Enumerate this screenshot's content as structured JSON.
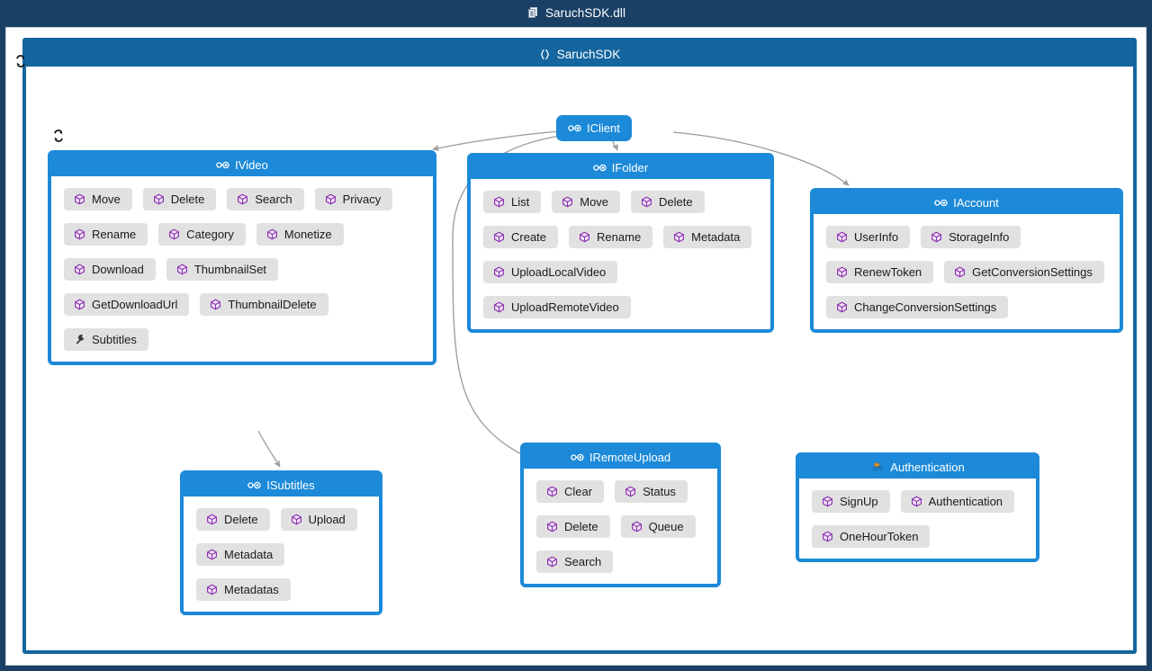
{
  "window": {
    "title": "SaruchSDK.dll",
    "title_icon": "assembly-icon"
  },
  "assembly": {
    "collapse_icon": "collapse-toggle-icon"
  },
  "namespace": {
    "name": "SaruchSDK",
    "icon": "namespace-braces-icon",
    "collapse_icon": "collapse-toggle-icon"
  },
  "colors": {
    "window_chrome": "#1B4066",
    "namespace_blue": "#15659E",
    "interface_blue": "#1C8AD8",
    "member_bg": "#E1E1E1",
    "method_icon_purple": "#8B2FB0",
    "canvas_white": "#FFFFFF",
    "connector_gray": "#9A9A9A"
  },
  "nodes": {
    "iclient": {
      "name": "IClient",
      "icon": "interface-icon"
    },
    "ivideo": {
      "name": "IVideo",
      "icon": "interface-icon",
      "rows": [
        [
          {
            "label": "Move",
            "icon": "method-icon"
          },
          {
            "label": "Delete",
            "icon": "method-icon"
          },
          {
            "label": "Search",
            "icon": "method-icon"
          },
          {
            "label": "Privacy",
            "icon": "method-icon"
          }
        ],
        [
          {
            "label": "Rename",
            "icon": "method-icon"
          },
          {
            "label": "Category",
            "icon": "method-icon"
          },
          {
            "label": "Monetize",
            "icon": "method-icon"
          }
        ],
        [
          {
            "label": "Download",
            "icon": "method-icon"
          },
          {
            "label": "ThumbnailSet",
            "icon": "method-icon"
          }
        ],
        [
          {
            "label": "GetDownloadUrl",
            "icon": "method-icon"
          },
          {
            "label": "ThumbnailDelete",
            "icon": "method-icon"
          }
        ],
        [
          {
            "label": "Subtitles",
            "icon": "property-wrench-icon"
          }
        ]
      ]
    },
    "ifolder": {
      "name": "IFolder",
      "icon": "interface-icon",
      "rows": [
        [
          {
            "label": "List",
            "icon": "method-icon"
          },
          {
            "label": "Move",
            "icon": "method-icon"
          },
          {
            "label": "Delete",
            "icon": "method-icon"
          }
        ],
        [
          {
            "label": "Create",
            "icon": "method-icon"
          },
          {
            "label": "Rename",
            "icon": "method-icon"
          },
          {
            "label": "Metadata",
            "icon": "method-icon"
          }
        ],
        [
          {
            "label": "UploadLocalVideo",
            "icon": "method-icon"
          }
        ],
        [
          {
            "label": "UploadRemoteVideo",
            "icon": "method-icon"
          }
        ]
      ]
    },
    "iaccount": {
      "name": "IAccount",
      "icon": "interface-icon",
      "rows": [
        [
          {
            "label": "UserInfo",
            "icon": "method-icon"
          },
          {
            "label": "StorageInfo",
            "icon": "method-icon"
          }
        ],
        [
          {
            "label": "RenewToken",
            "icon": "method-icon"
          },
          {
            "label": "GetConversionSettings",
            "icon": "method-icon"
          }
        ],
        [
          {
            "label": "ChangeConversionSettings",
            "icon": "method-icon"
          }
        ]
      ]
    },
    "isubtitles": {
      "name": "ISubtitles",
      "icon": "interface-icon",
      "rows": [
        [
          {
            "label": "Delete",
            "icon": "method-icon"
          },
          {
            "label": "Upload",
            "icon": "method-icon"
          }
        ],
        [
          {
            "label": "Metadata",
            "icon": "method-icon"
          }
        ],
        [
          {
            "label": "Metadatas",
            "icon": "method-icon"
          }
        ]
      ]
    },
    "iremoteupload": {
      "name": "IRemoteUpload",
      "icon": "interface-icon",
      "rows": [
        [
          {
            "label": "Clear",
            "icon": "method-icon"
          },
          {
            "label": "Status",
            "icon": "method-icon"
          }
        ],
        [
          {
            "label": "Delete",
            "icon": "method-icon"
          },
          {
            "label": "Queue",
            "icon": "method-icon"
          }
        ],
        [
          {
            "label": "Search",
            "icon": "method-icon"
          }
        ]
      ]
    },
    "authentication": {
      "name": "Authentication",
      "icon": "class-icon",
      "rows": [
        [
          {
            "label": "SignUp",
            "icon": "method-icon"
          },
          {
            "label": "Authentication",
            "icon": "method-icon"
          }
        ],
        [
          {
            "label": "OneHourToken",
            "icon": "method-icon"
          }
        ]
      ]
    }
  },
  "connections": [
    {
      "from": "IClient",
      "to": "IVideo"
    },
    {
      "from": "IClient",
      "to": "IFolder"
    },
    {
      "from": "IClient",
      "to": "IAccount"
    },
    {
      "from": "IClient",
      "to": "IRemoteUpload"
    },
    {
      "from": "IVideo",
      "to": "ISubtitles"
    }
  ]
}
